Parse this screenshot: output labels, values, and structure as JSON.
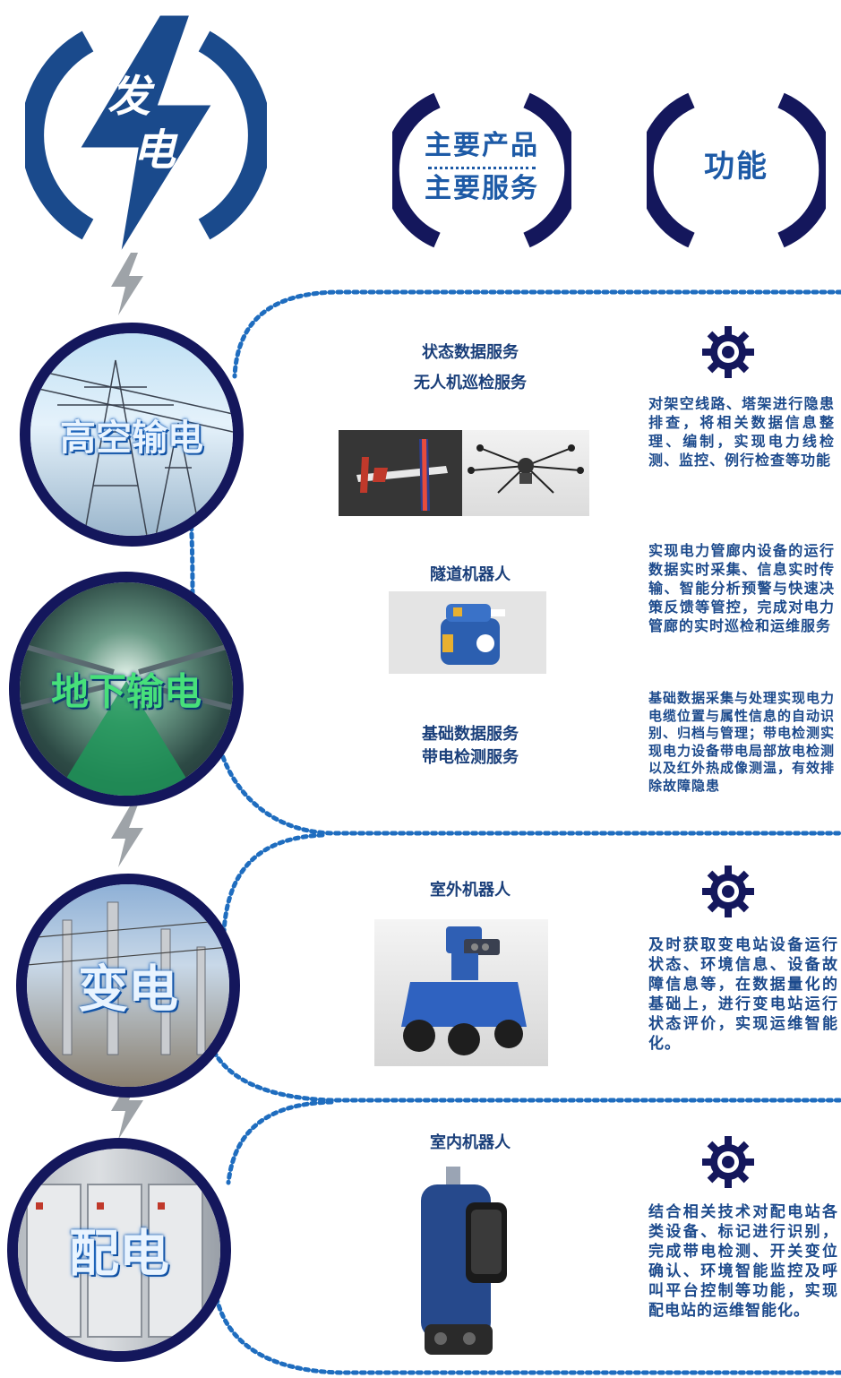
{
  "header": {
    "logo_chars": [
      "发",
      "电"
    ],
    "products_label_1": "主要产品",
    "products_label_2": "主要服务",
    "function_label": "功能"
  },
  "sections": [
    {
      "category": "高空输电",
      "services": [
        "状态数据服务",
        "无人机巡检服务"
      ],
      "description": "对架空线路、塔架进行隐患排查，将相关数据信息整理、编制，实现电力线检测、监控、例行检查等功能"
    },
    {
      "category": "地下输电",
      "services": [
        "隧道机器人"
      ],
      "description": "实现电力管廊内设备的运行数据实时采集、信息实时传输、智能分析预警与快速决策反馈等管控，完成对电力管廊的实时巡检和运维服务"
    },
    {
      "category": "",
      "services": [
        "基础数据服务",
        "带电检测服务"
      ],
      "description": "基础数据采集与处理实现电力电缆位置与属性信息的自动识别、归档与管理；带电检测实现电力设备带电局部放电检测以及红外热成像测温，有效排除故障隐患"
    },
    {
      "category": "变电",
      "services": [
        "室外机器人"
      ],
      "description": "及时获取变电站设备运行状态、环境信息、设备故障信息等，在数据量化的基础上，进行变电站运行状态评价，实现运维智能化。"
    },
    {
      "category": "配电",
      "services": [
        "室内机器人"
      ],
      "description": "结合相关技术对配电站各类设备、标记进行识别，完成带电检测、开关变位确认、环境智能监控及呼叫平台控制等功能，实现配电站的运维智能化。"
    }
  ],
  "colors": {
    "navy": "#14175c",
    "blue": "#1d5aa6",
    "dot": "#1f6dbf"
  }
}
